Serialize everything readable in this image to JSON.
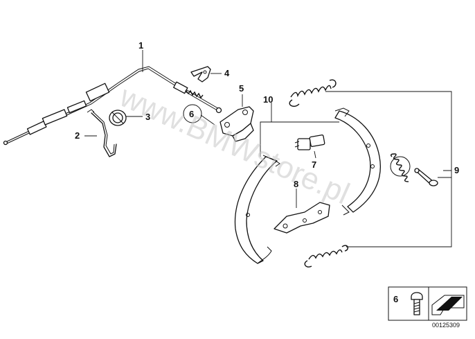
{
  "diagram": {
    "watermark": "www.BMWstore.pl",
    "callouts": [
      "1",
      "2",
      "3",
      "4",
      "5",
      "6",
      "7",
      "8",
      "9",
      "10"
    ],
    "legend": {
      "part_number": "6"
    },
    "drawing_id": "00125309"
  }
}
